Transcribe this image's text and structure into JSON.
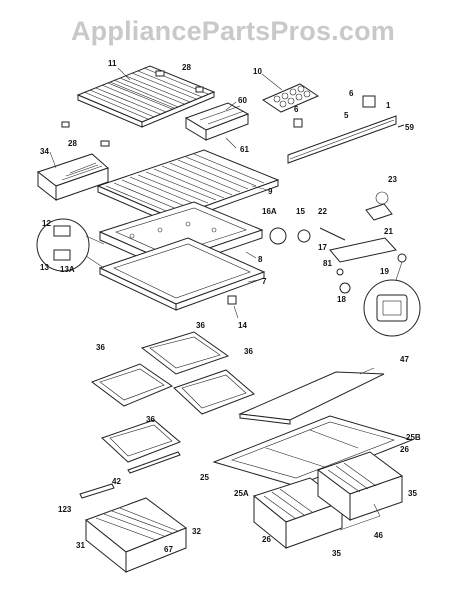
{
  "watermark": "AppliancePartsPros.com",
  "callouts": {
    "c11": "11",
    "c28a": "28",
    "c28b": "28",
    "c34": "34",
    "c10": "10",
    "c60": "60",
    "c61": "61",
    "c6a": "6",
    "c6b": "6",
    "c5": "5",
    "c59": "59",
    "c9": "9",
    "c1": "1",
    "c23": "23",
    "c12": "12",
    "c13": "13",
    "c13A": "13A",
    "c8": "8",
    "c7": "7",
    "c16A": "16A",
    "c15": "15",
    "c22": "22",
    "c21": "21",
    "c17": "17",
    "c81": "81",
    "c19": "19",
    "c18": "18",
    "c14": "14",
    "c36a": "36",
    "c36b": "36",
    "c36c": "36",
    "c36d": "36",
    "c47": "47",
    "c25B": "25B",
    "c26a": "26",
    "c42": "42",
    "c123": "123",
    "c25": "25",
    "c25A": "25A",
    "c35a": "35",
    "c35b": "35",
    "c26b": "26",
    "c46": "46",
    "c32": "32",
    "c31": "31",
    "c67": "67"
  }
}
